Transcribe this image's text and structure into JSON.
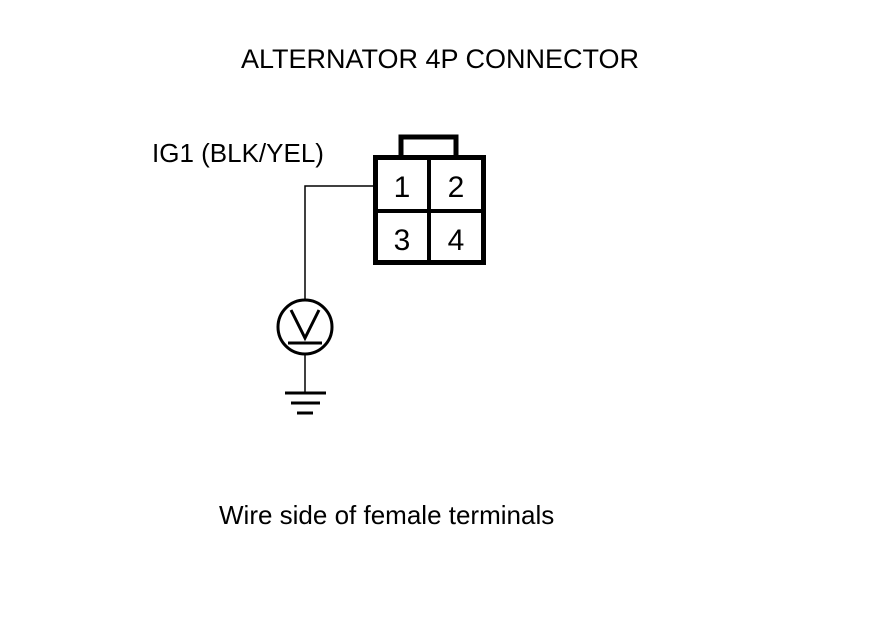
{
  "diagram": {
    "title": "ALTERNATOR 4P CONNECTOR",
    "wire_label": "IG1 (BLK/YEL)",
    "caption": "Wire side of female terminals",
    "connector": {
      "terminals": [
        "1",
        "2",
        "3",
        "4"
      ]
    },
    "meter_symbol": "voltmeter-icon",
    "ground_symbol": "ground-icon",
    "line_color": "#000000",
    "background_color": "#ffffff"
  }
}
